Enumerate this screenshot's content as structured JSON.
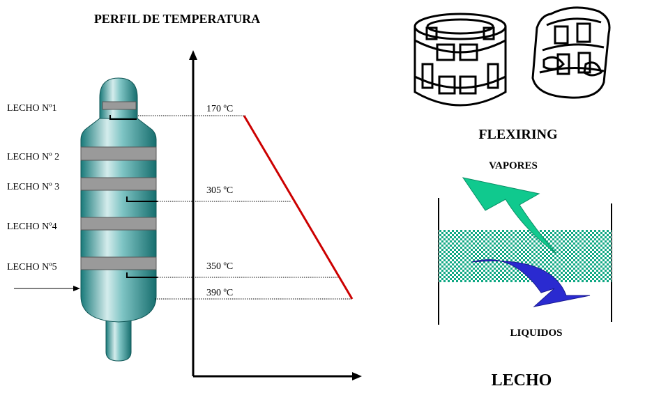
{
  "title": "PERFIL DE TEMPERATURA",
  "beds": [
    {
      "label": "LECHO Nº1"
    },
    {
      "label": "LECHO Nº 2"
    },
    {
      "label": "LECHO Nº 3"
    },
    {
      "label": "LECHO Nº4"
    },
    {
      "label": "LECHO Nº5"
    }
  ],
  "temperature_profile": {
    "points": [
      {
        "label": "170 ºC",
        "value": 170
      },
      {
        "label": "305 ºC",
        "value": 305
      },
      {
        "label": "350 ºC",
        "value": 350
      },
      {
        "label": "390 ºC",
        "value": 390
      }
    ]
  },
  "packing": {
    "label": "FLEXIRING"
  },
  "bed_detail": {
    "title": "LECHO",
    "vapor_label": "VAPORES",
    "liquid_label": "LIQUIDOS"
  },
  "colors": {
    "column_body": "#1f8f8f",
    "column_highlight": "#d4ecec",
    "bed_band": "#9a9a9a",
    "profile_line": "#cc0000",
    "vapor_arrow": "#10c98e",
    "liquid_arrow": "#2a2ad0",
    "bed_fill": "#11a884"
  }
}
